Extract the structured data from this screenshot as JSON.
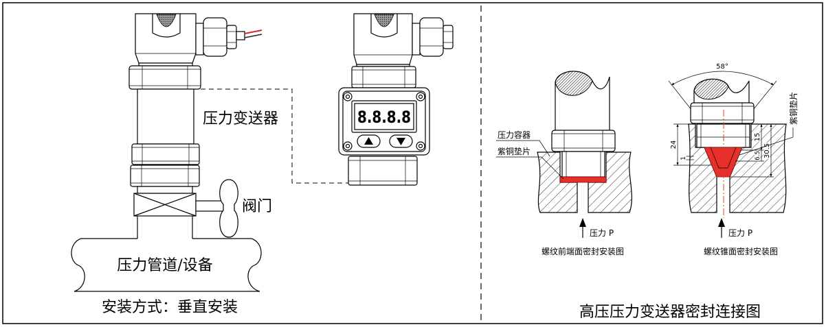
{
  "vertical_install": {
    "transmitter_label": "压力变送器",
    "valve_label": "阀门",
    "pipe_label": "压力管道/设备",
    "caption": "安装方式：垂直安装"
  },
  "display_transmitter": {
    "readout": "8.8.8.8",
    "button_up_icon": "triangle-up-icon",
    "button_down_icon": "triangle-down-icon"
  },
  "seal_diagrams": {
    "title": "高压压力变送器密封连接图",
    "front_face_seal": {
      "vessel_label": "压力容器",
      "gasket_label": "紫铜垫片",
      "pressure_label": "压力 P",
      "caption": "螺纹前端面密封安装图"
    },
    "cone_seal": {
      "angle_label": "58°",
      "gasket_label": "紫铜垫片",
      "dimensions": [
        "24",
        "1",
        "15",
        "6.5",
        "30.5"
      ],
      "pressure_label": "压力 P",
      "caption": "螺纹锥面密封安装图"
    }
  },
  "colors": {
    "gasket": "#e8302a",
    "wire_red": "#d8262c",
    "centerline": "#e23a2f"
  }
}
